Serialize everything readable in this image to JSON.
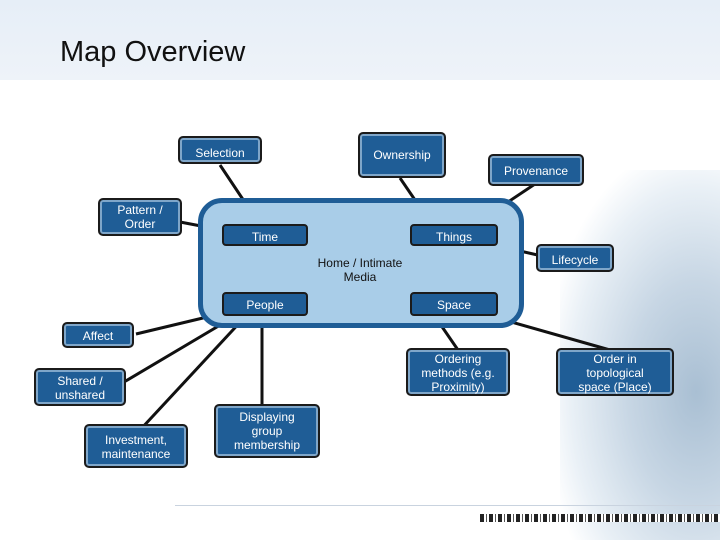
{
  "title": "Map Overview",
  "center_label": "Home / Intimate Media",
  "inner_nodes": {
    "time": "Time",
    "things": "Things",
    "people": "People",
    "space": "Space"
  },
  "outer_nodes": {
    "selection": "Selection",
    "ownership": "Ownership",
    "provenance": "Provenance",
    "pattern_order": "Pattern / Order",
    "lifecycle": "Lifecycle",
    "affect": "Affect",
    "shared_unshared": "Shared / unshared",
    "investment_maintenance": "Investment, maintenance",
    "displaying_group_membership": "Displaying group membership",
    "ordering_methods": "Ordering methods (e.g. Proximity)",
    "order_topological": "Order in topological space (Place)"
  },
  "colors": {
    "node_fill": "#1f5d96",
    "hub_fill": "#a9cde8",
    "hub_border": "#1f5d96",
    "connector": "#111111"
  }
}
